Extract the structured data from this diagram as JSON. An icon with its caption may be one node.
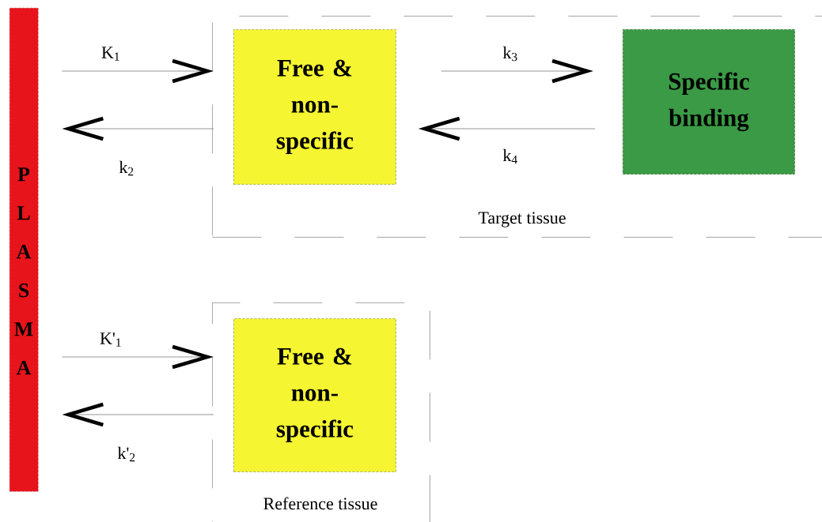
{
  "diagram": {
    "nodes": [
      {
        "text": [
          "PLASMA"
        ]
      },
      {
        "text": [
          "Target tissue"
        ]
      },
      {
        "text": [
          "Free & non-specific"
        ],
        "in": 1
      },
      {
        "text": [
          "Specific binding"
        ],
        "in": 1
      },
      {
        "text": [
          "Reference tissue"
        ]
      },
      {
        "text": [
          "Free & non-specific"
        ],
        "in": 4
      }
    ],
    "edges": [
      {
        "from": 0,
        "to": 2,
        "arrow": "to",
        "label": "K$_{1}$"
      },
      {
        "from": 2,
        "to": 0,
        "arrow": "to",
        "label": "k$_{2}$"
      },
      {
        "from": 2,
        "to": 3,
        "arrow": "to",
        "label": "k$_{3}$"
      },
      {
        "from": 3,
        "to": 2,
        "arrow": "to",
        "label": "k$_{4}$"
      },
      {
        "from": 0,
        "to": 5,
        "arrow": "to",
        "label": "K'$_{1}$"
      },
      {
        "from": 5,
        "to": 0,
        "arrow": "to",
        "label": "k'$_{2}$"
      }
    ]
  }
}
